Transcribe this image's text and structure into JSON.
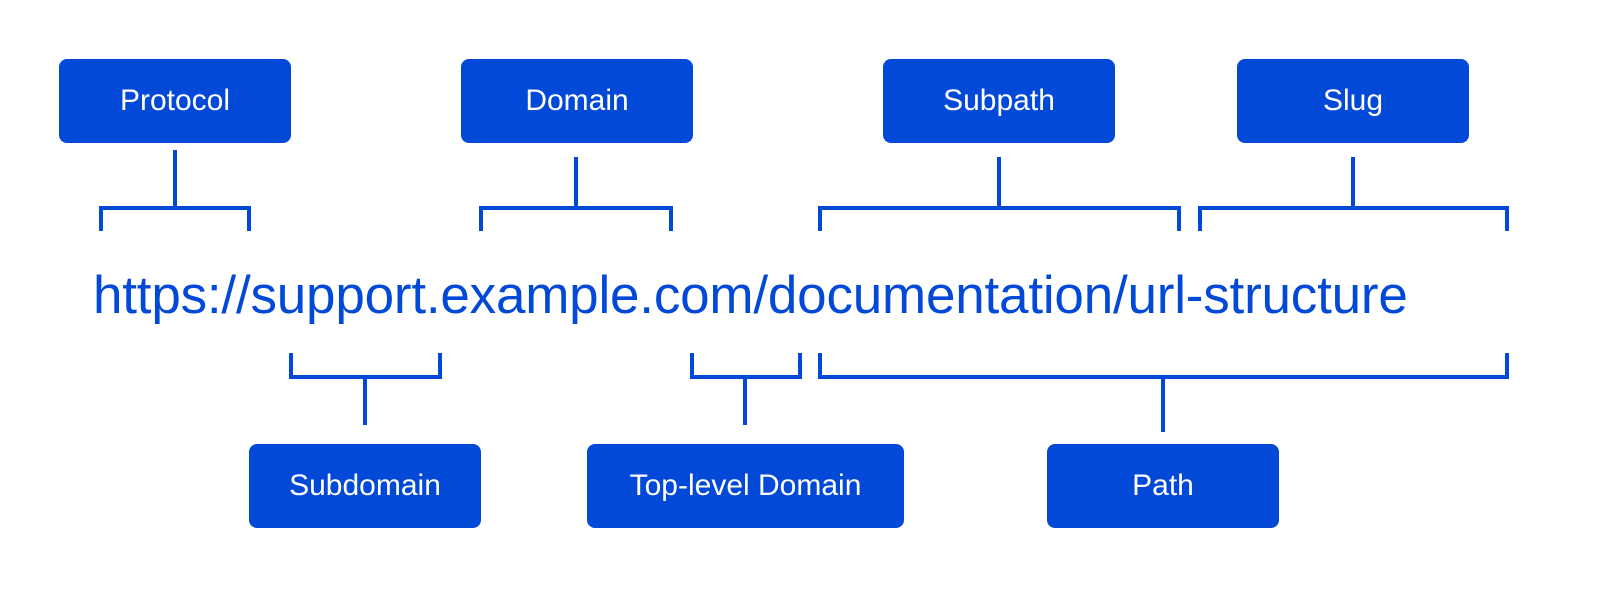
{
  "colors": {
    "accent": "#0349d8",
    "label_text": "#ffffff",
    "background": "#ffffff"
  },
  "url": "https://support.example.com/documentation/url-structure",
  "top_labels": {
    "protocol": "Protocol",
    "domain": "Domain",
    "subpath": "Subpath",
    "slug": "Slug"
  },
  "bottom_labels": {
    "subdomain": "Subdomain",
    "top_level_domain": "Top-level Domain",
    "path": "Path"
  }
}
